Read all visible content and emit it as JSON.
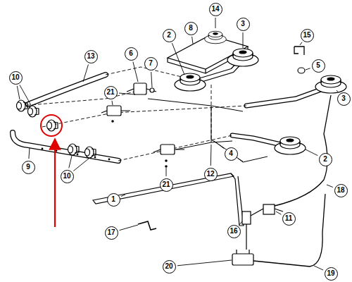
{
  "diagram": {
    "labels": [
      "14",
      "8",
      "2",
      "3",
      "15",
      "5",
      "3",
      "7",
      "6",
      "13",
      "10",
      "21",
      "4",
      "2",
      "9",
      "10",
      "12",
      "21",
      "18",
      "1",
      "11",
      "16",
      "17",
      "20",
      "19"
    ]
  }
}
